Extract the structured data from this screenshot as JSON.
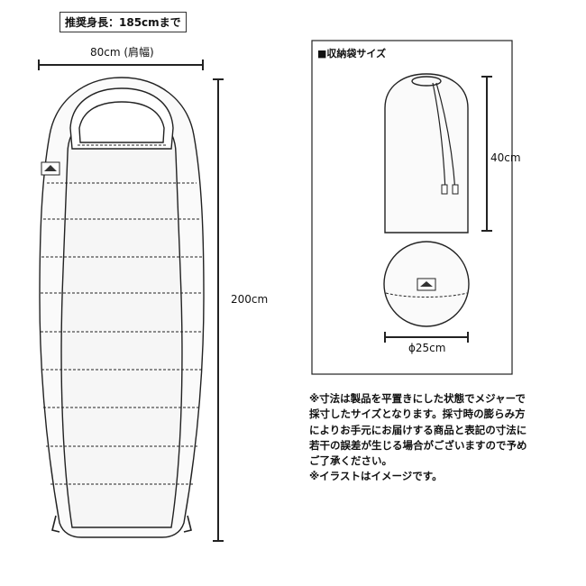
{
  "recommended_height": "推奨身長：185cmまで",
  "width_label": "80cm (肩幅)",
  "length_label": "200cm",
  "stuff_sack": {
    "title": "■収納袋サイズ",
    "height_label": "40cm",
    "diameter_label": "ϕ25cm"
  },
  "notes": [
    "※寸法は製品を平置きにした状態でメジャーで",
    "採寸したサイズとなります。採寸時の膨らみ方",
    "によりお手元にお届けする商品と表記の寸法に",
    "若干の誤差が生じる場合がございますので予め",
    "ご了承ください。",
    "※イラストはイメージです。"
  ]
}
